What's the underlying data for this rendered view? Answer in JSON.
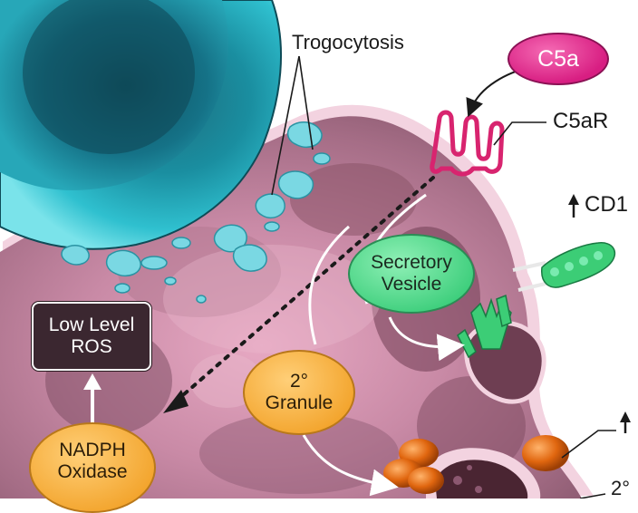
{
  "labels": {
    "trogocytosis": "Trogocytosis",
    "c5a": "C5a",
    "c5ar": "C5aR",
    "cd1_partial": "CD1",
    "secretory_vesicle_line1": "Secretory",
    "secretory_vesicle_line2": "Vesicle",
    "granule_line1": "2°",
    "granule_line2": "Granule",
    "low_level_ros_line1": "Low Level",
    "low_level_ros_line2": "ROS",
    "nadph_line1": "NADPH",
    "nadph_line2": "Oxidase",
    "bottom_right_partial": "2°"
  },
  "colors": {
    "c5a_fill": "#e0288c",
    "receptor": "#d8246f",
    "secretory_fill": "#57da8c",
    "granule_fill": "#f3a52e",
    "ros_fill": "#3b2730",
    "parasite_teal": "#1fa8b8",
    "cell_pink": "#c993ab"
  },
  "icons": [
    "up-arrow-icon",
    "dotted-arrow-icon",
    "curved-arrow-icon"
  ]
}
